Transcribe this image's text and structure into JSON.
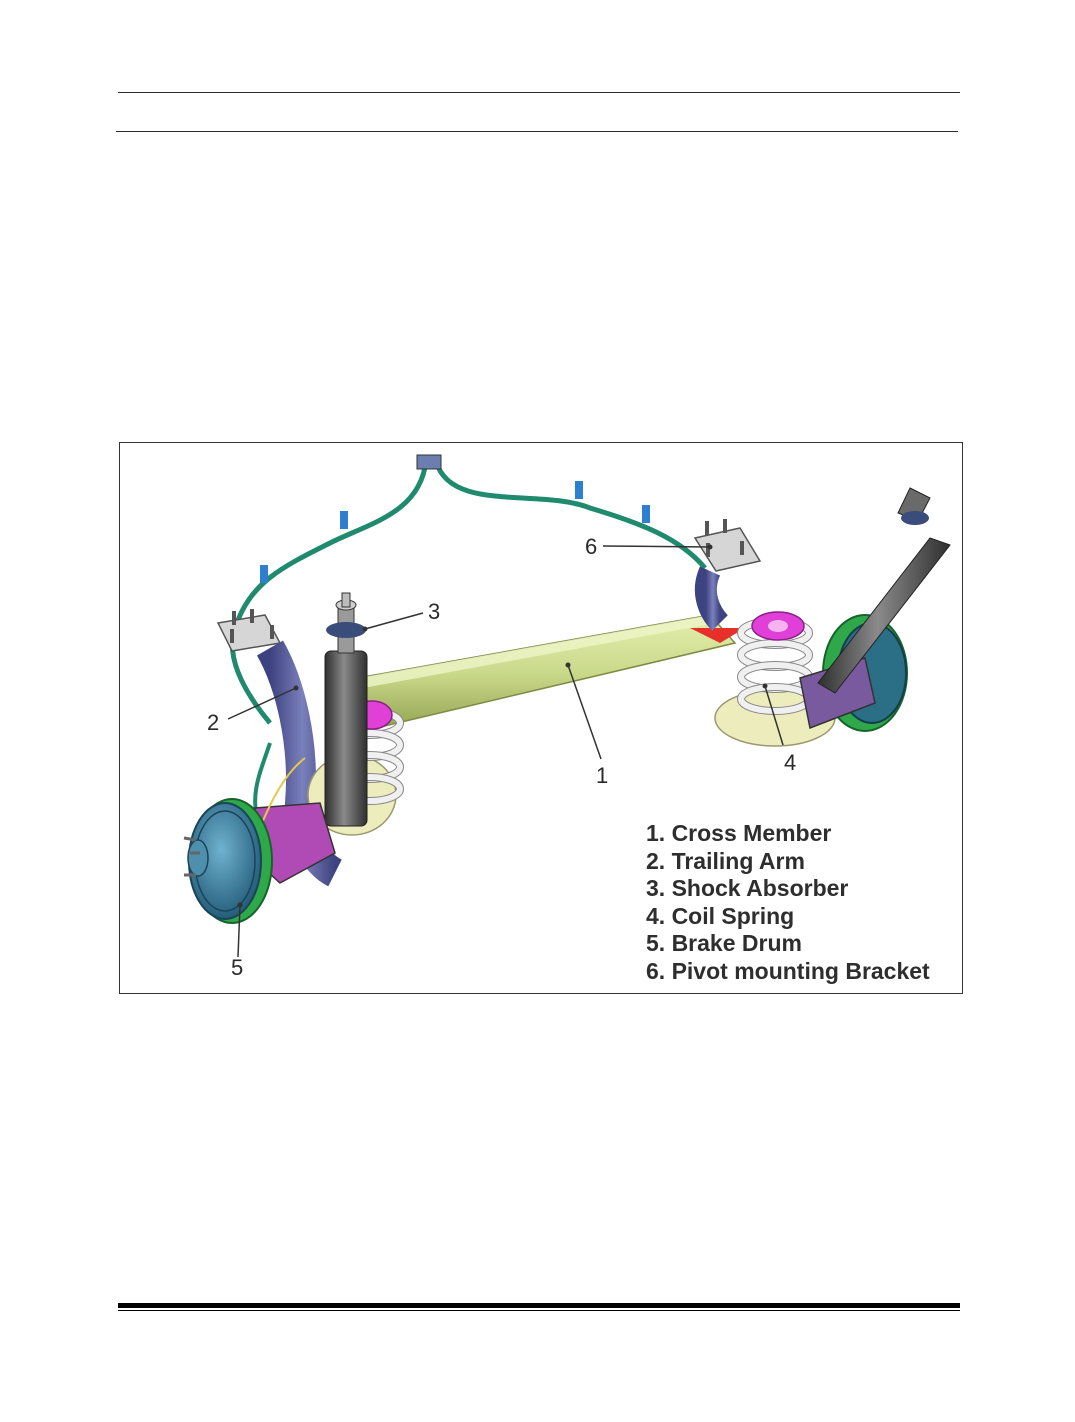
{
  "figure": {
    "callouts": [
      "1",
      "2",
      "3",
      "4",
      "5",
      "6"
    ],
    "legend": [
      "1. Cross Member",
      "2. Trailing Arm",
      "3. Shock Absorber",
      "4. Coil Spring",
      "5. Brake Drum",
      "6. Pivot mounting Bracket"
    ]
  },
  "colors": {
    "cross_member": "#c9d98a",
    "trailing_arm": "#5a5f9a",
    "brake_line": "#1f8a6e",
    "spring": "#e6e6e6",
    "spring_seat": "#e040d8",
    "brake_drum": "#3a7fa0",
    "drum_backing": "#2fa84a",
    "shock": "#4a4a4a",
    "bracket": "#cfcfcf",
    "wedge": "#e8302a"
  }
}
